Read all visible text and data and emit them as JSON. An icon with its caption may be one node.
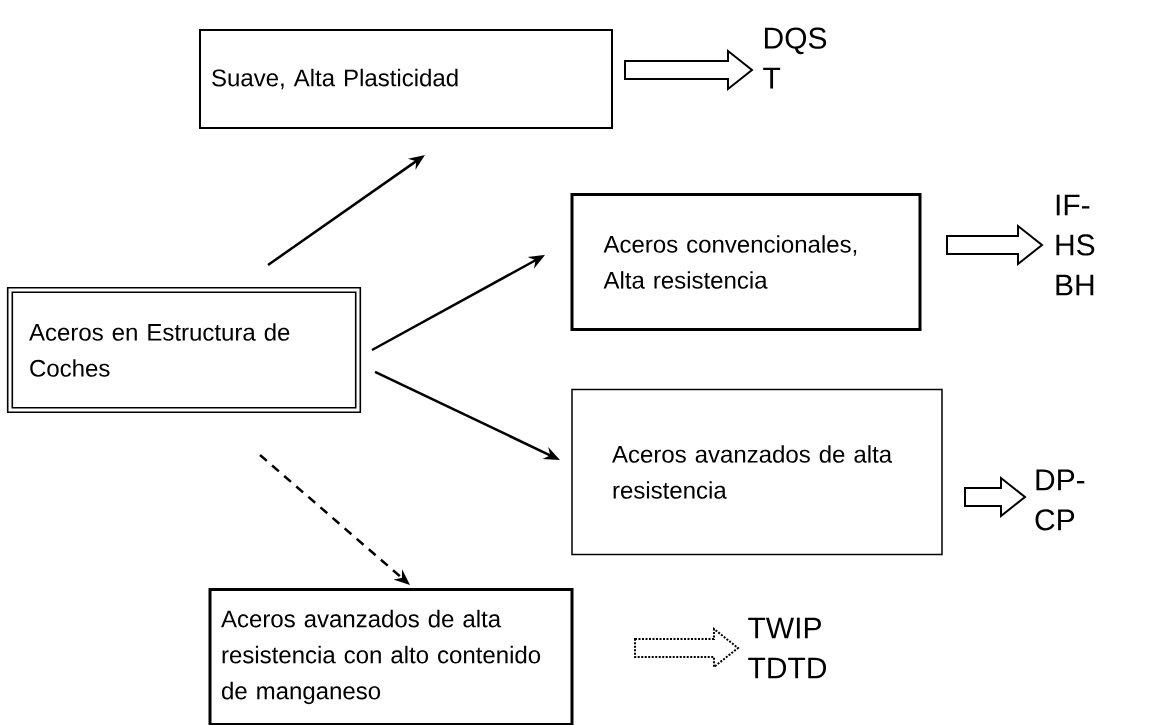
{
  "diagram": {
    "nodes": [
      {
        "text": [
          "Aceros en Estructura de Coches"
        ]
      },
      {
        "text": [
          "Suave, Alta Plasticidad"
        ]
      },
      {
        "text": [
          "Aceros convencionales, Alta resistencia"
        ]
      },
      {
        "text": [
          "Aceros avanzados de alta resistencia"
        ]
      },
      {
        "text": [
          "Aceros avanzados de alta resistencia con alto contenido de manganeso"
        ]
      },
      {
        "text": [
          "DQS T"
        ]
      },
      {
        "text": [
          "IF- HS BH"
        ]
      },
      {
        "text": [
          "DP- CP"
        ]
      },
      {
        "text": [
          "TWIP TDTD"
        ]
      }
    ],
    "edges": [
      {
        "from": 0,
        "to": 1,
        "arrow": "to"
      },
      {
        "from": 0,
        "to": 2,
        "arrow": "to"
      },
      {
        "from": 0,
        "to": 3,
        "arrow": "to"
      },
      {
        "from": 0,
        "to": 4,
        "arrow": "to",
        "style": "dashed"
      },
      {
        "from": 1,
        "to": 5,
        "arrow": "to"
      },
      {
        "from": 2,
        "to": 6,
        "arrow": "to"
      },
      {
        "from": 3,
        "to": 7,
        "arrow": "to"
      },
      {
        "from": 4,
        "to": 8,
        "arrow": "to",
        "style": "dashed"
      }
    ]
  }
}
